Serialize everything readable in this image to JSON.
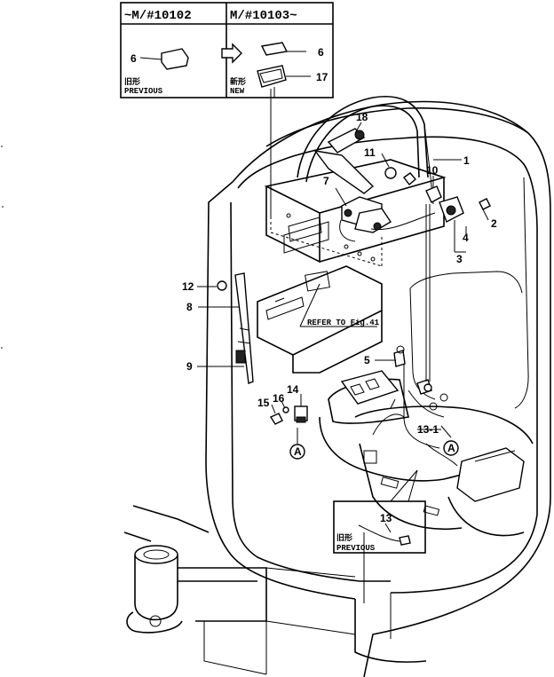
{
  "inset_top": {
    "left_header": "~M/#10102",
    "right_header": "M/#10103~",
    "left_kanji": "旧形",
    "left_caption": "PREVIOUS",
    "right_kanji": "新形",
    "right_caption": "NEW"
  },
  "inset_bottom": {
    "kanji": "旧形",
    "caption": "PREVIOUS",
    "callout": "13"
  },
  "refer_note": "REFER TO Fig.41",
  "callouts": {
    "c1": "1",
    "c2": "2",
    "c3": "3",
    "c4": "4",
    "c5": "5",
    "c6a": "6",
    "c6b": "6",
    "c7": "7",
    "c8": "8",
    "c9": "9",
    "c10": "10",
    "c11": "11",
    "c12": "12",
    "c13_1": "13-1",
    "c14": "14",
    "c15": "15",
    "c16": "16",
    "c17": "17",
    "c18": "18"
  },
  "connectors": {
    "a1": "A",
    "a2": "A"
  },
  "icons": [
    "arrow-right-icon",
    "connector-A-icon"
  ]
}
